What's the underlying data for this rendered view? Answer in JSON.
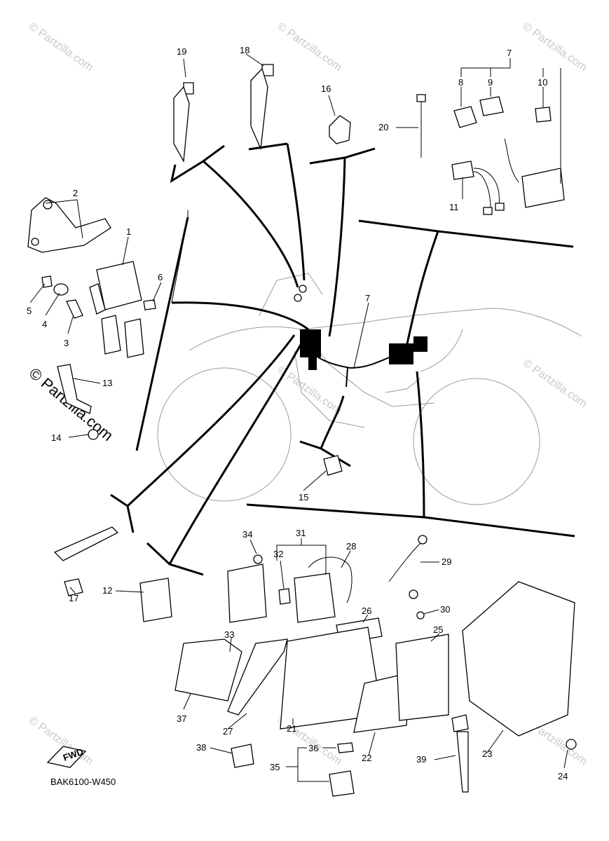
{
  "diagram_code": "BAK6100-W450",
  "fwd_label": "FWD",
  "watermark_text": "© Partzilla.com",
  "callouts": {
    "c1": "1",
    "c2": "2",
    "c3": "3",
    "c4": "4",
    "c5": "5",
    "c6": "6",
    "c7": "7",
    "c7b": "7",
    "c8": "8",
    "c9": "9",
    "c10": "10",
    "c11": "11",
    "c12": "12",
    "c13": "13",
    "c14": "14",
    "c15": "15",
    "c16": "16",
    "c17": "17",
    "c18": "18",
    "c19": "19",
    "c20": "20",
    "c21": "21",
    "c22": "22",
    "c23": "23",
    "c24": "24",
    "c25": "25",
    "c26": "26",
    "c27": "27",
    "c28": "28",
    "c29": "29",
    "c30": "30",
    "c31": "31",
    "c32": "32",
    "c33": "33",
    "c34": "34",
    "c35": "35",
    "c36": "36",
    "c37": "37",
    "c38": "38",
    "c39": "39"
  },
  "colors": {
    "line": "#000000",
    "ghost": "#9a9a9a",
    "watermark": "#c9c9c9"
  }
}
